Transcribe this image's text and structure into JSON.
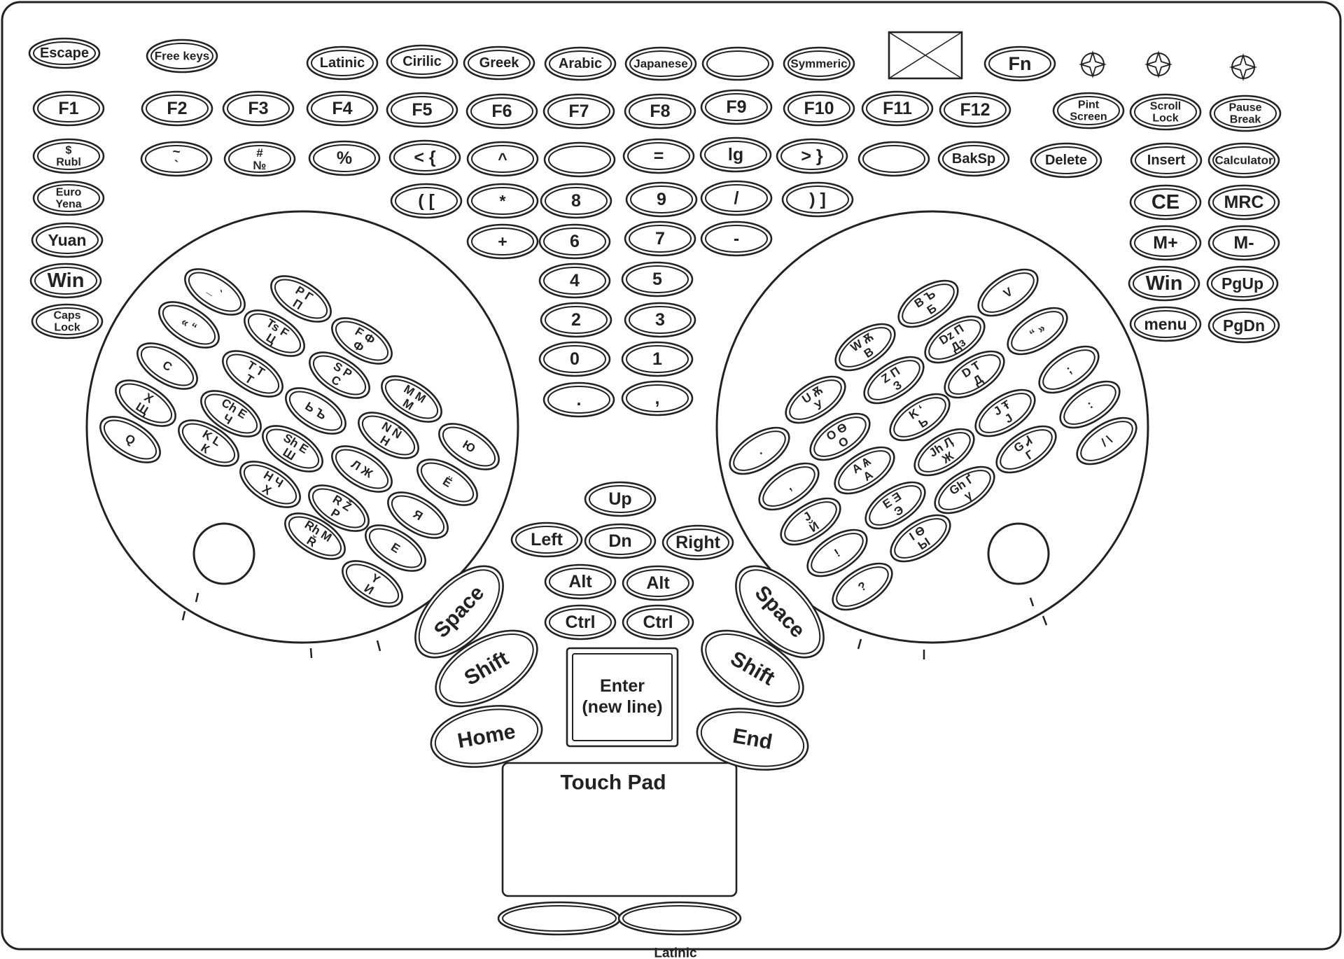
{
  "caption": "Latinic",
  "special": {
    "touchpad": "Touch Pad",
    "enter": [
      "Enter",
      "(new line)"
    ]
  },
  "keys": [
    {
      "id": "escape",
      "label": [
        "Escape"
      ],
      "interactable": true
    },
    {
      "id": "free-keys",
      "label": [
        "Free keys"
      ],
      "interactable": true
    },
    {
      "id": "lang-latinic",
      "label": [
        "Latinic"
      ],
      "interactable": true
    },
    {
      "id": "lang-cirilic",
      "label": [
        "Cirilic"
      ],
      "interactable": true
    },
    {
      "id": "lang-greek",
      "label": [
        "Greek"
      ],
      "interactable": true
    },
    {
      "id": "lang-arabic",
      "label": [
        "Arabic"
      ],
      "interactable": true
    },
    {
      "id": "lang-japanese",
      "label": [
        "Japanese"
      ],
      "interactable": true
    },
    {
      "id": "lang-blank",
      "label": [],
      "interactable": true
    },
    {
      "id": "lang-symmeric",
      "label": [
        "Symmeric"
      ],
      "interactable": true
    },
    {
      "id": "fn",
      "label": [
        "Fn"
      ],
      "interactable": true
    },
    {
      "id": "f1",
      "label": [
        "F1"
      ],
      "interactable": true
    },
    {
      "id": "f2",
      "label": [
        "F2"
      ],
      "interactable": true
    },
    {
      "id": "f3",
      "label": [
        "F3"
      ],
      "interactable": true
    },
    {
      "id": "f4",
      "label": [
        "F4"
      ],
      "interactable": true
    },
    {
      "id": "f5",
      "label": [
        "F5"
      ],
      "interactable": true
    },
    {
      "id": "f6",
      "label": [
        "F6"
      ],
      "interactable": true
    },
    {
      "id": "f7",
      "label": [
        "F7"
      ],
      "interactable": true
    },
    {
      "id": "f8",
      "label": [
        "F8"
      ],
      "interactable": true
    },
    {
      "id": "f9",
      "label": [
        "F9"
      ],
      "interactable": true
    },
    {
      "id": "f10",
      "label": [
        "F10"
      ],
      "interactable": true
    },
    {
      "id": "f11",
      "label": [
        "F11"
      ],
      "interactable": true
    },
    {
      "id": "f12",
      "label": [
        "F12"
      ],
      "interactable": true
    },
    {
      "id": "print-screen",
      "label": [
        "Pint",
        "Screen"
      ],
      "interactable": true
    },
    {
      "id": "scroll-lock",
      "label": [
        "Scroll",
        "Lock"
      ],
      "interactable": true
    },
    {
      "id": "pause-break",
      "label": [
        "Pause",
        "Break"
      ],
      "interactable": true
    },
    {
      "id": "rubl",
      "label": [
        "$",
        "Rubl"
      ],
      "interactable": true
    },
    {
      "id": "tilde",
      "label": [
        "~",
        "`"
      ],
      "interactable": true
    },
    {
      "id": "hash-numero",
      "label": [
        "#",
        "№"
      ],
      "interactable": true
    },
    {
      "id": "percent",
      "label": [
        "%"
      ],
      "interactable": true
    },
    {
      "id": "less-brace",
      "label": [
        "< {"
      ],
      "interactable": true
    },
    {
      "id": "caret",
      "label": [
        "^"
      ],
      "interactable": true
    },
    {
      "id": "blank-row3-a",
      "label": [],
      "interactable": true
    },
    {
      "id": "equals",
      "label": [
        "="
      ],
      "interactable": true
    },
    {
      "id": "lg",
      "label": [
        "lg"
      ],
      "interactable": true
    },
    {
      "id": "greater-brace",
      "label": [
        "> }"
      ],
      "interactable": true
    },
    {
      "id": "blank-row3-b",
      "label": [],
      "interactable": true
    },
    {
      "id": "backspace",
      "label": [
        "BakSp"
      ],
      "interactable": true
    },
    {
      "id": "delete",
      "label": [
        "Delete"
      ],
      "interactable": true
    },
    {
      "id": "insert",
      "label": [
        "Insert"
      ],
      "interactable": true
    },
    {
      "id": "calculator",
      "label": [
        "Calculator"
      ],
      "interactable": true
    },
    {
      "id": "euro-yena",
      "label": [
        "Euro",
        "Yena"
      ],
      "interactable": true
    },
    {
      "id": "paren-open",
      "label": [
        "( ["
      ],
      "interactable": true
    },
    {
      "id": "asterisk",
      "label": [
        "*"
      ],
      "interactable": true
    },
    {
      "id": "num-8",
      "label": [
        "8"
      ],
      "interactable": true
    },
    {
      "id": "num-9",
      "label": [
        "9"
      ],
      "interactable": true
    },
    {
      "id": "slash",
      "label": [
        "/"
      ],
      "interactable": true
    },
    {
      "id": "paren-close",
      "label": [
        ") ]"
      ],
      "interactable": true
    },
    {
      "id": "ce",
      "label": [
        "CE"
      ],
      "interactable": true
    },
    {
      "id": "mrc",
      "label": [
        "MRC"
      ],
      "interactable": true
    },
    {
      "id": "yuan",
      "label": [
        "Yuan"
      ],
      "interactable": true
    },
    {
      "id": "plus",
      "label": [
        "+"
      ],
      "interactable": true
    },
    {
      "id": "num-6",
      "label": [
        "6"
      ],
      "interactable": true
    },
    {
      "id": "num-7",
      "label": [
        "7"
      ],
      "interactable": true
    },
    {
      "id": "minus",
      "label": [
        "-"
      ],
      "interactable": true
    },
    {
      "id": "m-plus",
      "label": [
        "M+"
      ],
      "interactable": true
    },
    {
      "id": "m-minus",
      "label": [
        "M-"
      ],
      "interactable": true
    },
    {
      "id": "win-left",
      "label": [
        "Win"
      ],
      "interactable": true
    },
    {
      "id": "num-4",
      "label": [
        "4"
      ],
      "interactable": true
    },
    {
      "id": "num-5",
      "label": [
        "5"
      ],
      "interactable": true
    },
    {
      "id": "win-right",
      "label": [
        "Win"
      ],
      "interactable": true
    },
    {
      "id": "pgup",
      "label": [
        "PgUp"
      ],
      "interactable": true
    },
    {
      "id": "caps-lock",
      "label": [
        "Caps",
        "Lock"
      ],
      "interactable": true
    },
    {
      "id": "num-2",
      "label": [
        "2"
      ],
      "interactable": true
    },
    {
      "id": "num-3",
      "label": [
        "3"
      ],
      "interactable": true
    },
    {
      "id": "menu",
      "label": [
        "menu"
      ],
      "interactable": true
    },
    {
      "id": "pgdn",
      "label": [
        "PgDn"
      ],
      "interactable": true
    },
    {
      "id": "num-0",
      "label": [
        "0"
      ],
      "interactable": true
    },
    {
      "id": "num-1",
      "label": [
        "1"
      ],
      "interactable": true
    },
    {
      "id": "num-dot",
      "label": [
        "."
      ],
      "interactable": true
    },
    {
      "id": "num-comma",
      "label": [
        ","
      ],
      "interactable": true
    },
    {
      "id": "up",
      "label": [
        "Up"
      ],
      "interactable": true
    },
    {
      "id": "left",
      "label": [
        "Left"
      ],
      "interactable": true
    },
    {
      "id": "down",
      "label": [
        "Dn"
      ],
      "interactable": true
    },
    {
      "id": "right",
      "label": [
        "Right"
      ],
      "interactable": true
    },
    {
      "id": "alt-left",
      "label": [
        "Alt"
      ],
      "interactable": true
    },
    {
      "id": "alt-right",
      "label": [
        "Alt"
      ],
      "interactable": true
    },
    {
      "id": "ctrl-left",
      "label": [
        "Ctrl"
      ],
      "interactable": true
    },
    {
      "id": "ctrl-right",
      "label": [
        "Ctrl"
      ],
      "interactable": true
    },
    {
      "id": "space-left",
      "label": [
        "Space"
      ],
      "interactable": true
    },
    {
      "id": "shift-left",
      "label": [
        "Shift"
      ],
      "interactable": true
    },
    {
      "id": "home",
      "label": [
        "Home"
      ],
      "interactable": true
    },
    {
      "id": "space-right",
      "label": [
        "Space"
      ],
      "interactable": true
    },
    {
      "id": "shift-right",
      "label": [
        "Shift"
      ],
      "interactable": true
    },
    {
      "id": "end",
      "label": [
        "End"
      ],
      "interactable": true
    },
    {
      "id": "touchpad-left-button",
      "label": [],
      "interactable": true
    },
    {
      "id": "touchpad-right-button",
      "label": [],
      "interactable": true
    },
    {
      "id": "left-cluster-dash",
      "label": [
        "_ `"
      ],
      "interactable": true
    },
    {
      "id": "left-cluster-pg",
      "label": [
        "P Г",
        "П"
      ],
      "interactable": true
    },
    {
      "id": "left-cluster-quote",
      "label": [
        "« “"
      ],
      "interactable": true
    },
    {
      "id": "left-cluster-ts",
      "label": [
        "Ts F",
        "Ц"
      ],
      "interactable": true
    },
    {
      "id": "left-cluster-f",
      "label": [
        "F Ф",
        "Ф"
      ],
      "interactable": true
    },
    {
      "id": "left-cluster-c",
      "label": [
        "C"
      ],
      "interactable": true
    },
    {
      "id": "left-cluster-t",
      "label": [
        "T T",
        "Т"
      ],
      "interactable": true
    },
    {
      "id": "left-cluster-s",
      "label": [
        "S Р",
        "С"
      ],
      "interactable": true
    },
    {
      "id": "left-cluster-x",
      "label": [
        "X",
        "Щ"
      ],
      "interactable": true
    },
    {
      "id": "left-cluster-ch",
      "label": [
        "Ch E",
        "Ч"
      ],
      "interactable": true
    },
    {
      "id": "left-cluster-soft",
      "label": [
        "Ь Ъ"
      ],
      "interactable": true
    },
    {
      "id": "left-cluster-m",
      "label": [
        "M М",
        "М"
      ],
      "interactable": true
    },
    {
      "id": "left-cluster-q",
      "label": [
        "Q"
      ],
      "interactable": true
    },
    {
      "id": "left-cluster-k",
      "label": [
        "K L",
        "К"
      ],
      "interactable": true
    },
    {
      "id": "left-cluster-sh",
      "label": [
        "Sh E",
        "Ш"
      ],
      "interactable": true
    },
    {
      "id": "left-cluster-n",
      "label": [
        "N Ñ",
        "Н"
      ],
      "interactable": true
    },
    {
      "id": "left-cluster-yu",
      "label": [
        "Ю"
      ],
      "interactable": true
    },
    {
      "id": "left-cluster-h",
      "label": [
        "H Ч",
        "Х"
      ],
      "interactable": true
    },
    {
      "id": "left-cluster-l",
      "label": [
        "Л Ж"
      ],
      "interactable": true
    },
    {
      "id": "left-cluster-yo",
      "label": [
        "Ё"
      ],
      "interactable": true
    },
    {
      "id": "left-cluster-r",
      "label": [
        "R Ž",
        "Р"
      ],
      "interactable": true
    },
    {
      "id": "left-cluster-ya",
      "label": [
        "Я"
      ],
      "interactable": true
    },
    {
      "id": "left-cluster-rh",
      "label": [
        "Rh М",
        "Ř"
      ],
      "interactable": true
    },
    {
      "id": "left-cluster-e",
      "label": [
        "Е"
      ],
      "interactable": true
    },
    {
      "id": "left-cluster-y",
      "label": [
        "Y",
        "И"
      ],
      "interactable": true
    },
    {
      "id": "right-cluster-b",
      "label": [
        "B Ъ",
        "Б"
      ],
      "interactable": true
    },
    {
      "id": "right-cluster-v",
      "label": [
        "V"
      ],
      "interactable": true
    },
    {
      "id": "right-cluster-w",
      "label": [
        "W Ѫ",
        "В"
      ],
      "interactable": true
    },
    {
      "id": "right-cluster-dz",
      "label": [
        "Dz П",
        "Дз"
      ],
      "interactable": true
    },
    {
      "id": "right-cluster-quote",
      "label": [
        "“ »"
      ],
      "interactable": true
    },
    {
      "id": "right-cluster-z",
      "label": [
        "Z П",
        "З"
      ],
      "interactable": true
    },
    {
      "id": "right-cluster-d",
      "label": [
        "D T",
        "Д"
      ],
      "interactable": true
    },
    {
      "id": "right-cluster-semicolon",
      "label": [
        ";"
      ],
      "interactable": true
    },
    {
      "id": "right-cluster-u",
      "label": [
        "U Ѫ",
        "У"
      ],
      "interactable": true
    },
    {
      "id": "right-cluster-k",
      "label": [
        "K ‘",
        "Ь"
      ],
      "interactable": true
    },
    {
      "id": "right-cluster-j",
      "label": [
        "J Ŧ",
        "Ј"
      ],
      "interactable": true
    },
    {
      "id": "right-cluster-colon",
      "label": [
        ":"
      ],
      "interactable": true
    },
    {
      "id": "right-cluster-period",
      "label": [
        "."
      ],
      "interactable": true
    },
    {
      "id": "right-cluster-o",
      "label": [
        "O Ѳ",
        "О"
      ],
      "interactable": true
    },
    {
      "id": "right-cluster-jh",
      "label": [
        "Jh Ӆ",
        "Ж"
      ],
      "interactable": true
    },
    {
      "id": "right-cluster-g",
      "label": [
        "G Ꮧ",
        "Г"
      ],
      "interactable": true
    },
    {
      "id": "right-cluster-slash",
      "label": [
        "/ \\"
      ],
      "interactable": true
    },
    {
      "id": "right-cluster-comma",
      "label": [
        ","
      ],
      "interactable": true
    },
    {
      "id": "right-cluster-a",
      "label": [
        "A Ѧ",
        "А"
      ],
      "interactable": true
    },
    {
      "id": "right-cluster-gh",
      "label": [
        "Gh Ґ",
        "γ"
      ],
      "interactable": true
    },
    {
      "id": "right-cluster-i",
      "label": [
        "J",
        "Й"
      ],
      "interactable": true
    },
    {
      "id": "right-cluster-ee",
      "label": [
        "E Ǝ",
        "Э"
      ],
      "interactable": true
    },
    {
      "id": "right-cluster-exclaim",
      "label": [
        "!"
      ],
      "interactable": true
    },
    {
      "id": "right-cluster-yi",
      "label": [
        "Ӏ Ѳ",
        "Ы"
      ],
      "interactable": true
    },
    {
      "id": "right-cluster-question",
      "label": [
        "?"
      ],
      "interactable": true
    }
  ]
}
